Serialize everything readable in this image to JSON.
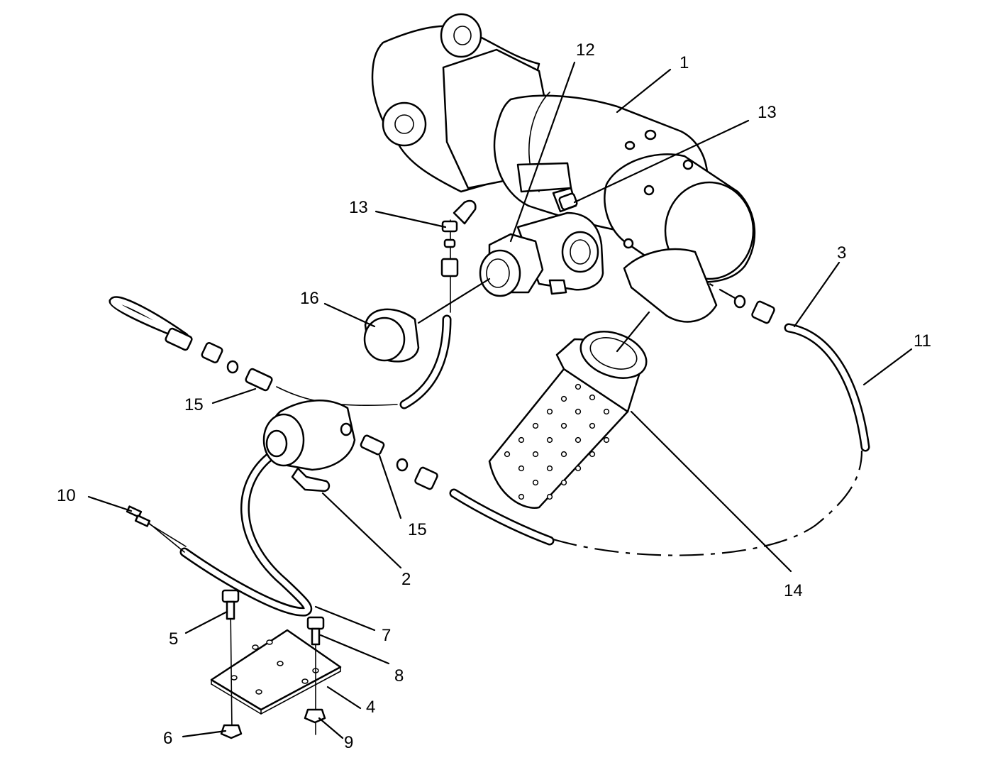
{
  "callouts": [
    {
      "id": "c1",
      "text": "1"
    },
    {
      "id": "c2",
      "text": "2"
    },
    {
      "id": "c3",
      "text": "3"
    },
    {
      "id": "c4",
      "text": "4"
    },
    {
      "id": "c5",
      "text": "5"
    },
    {
      "id": "c6",
      "text": "6"
    },
    {
      "id": "c7",
      "text": "7"
    },
    {
      "id": "c8",
      "text": "8"
    },
    {
      "id": "c9",
      "text": "9"
    },
    {
      "id": "c10",
      "text": "10"
    },
    {
      "id": "c11",
      "text": "11"
    },
    {
      "id": "c12",
      "text": "12"
    },
    {
      "id": "c13a",
      "text": "13"
    },
    {
      "id": "c13b",
      "text": "13"
    },
    {
      "id": "c14",
      "text": "14"
    },
    {
      "id": "c15a",
      "text": "15"
    },
    {
      "id": "c15b",
      "text": "15"
    },
    {
      "id": "c16",
      "text": "16"
    }
  ]
}
